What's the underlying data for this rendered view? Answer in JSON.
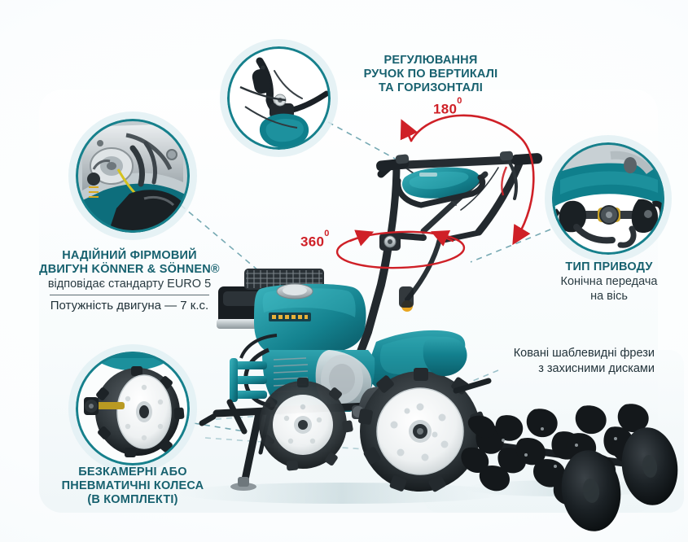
{
  "meta": {
    "brand_accent": "#16808c",
    "heading_color": "#17616f",
    "body_color": "#22333a",
    "arrow_color": "#cf2027",
    "background": "#ffffff"
  },
  "callouts": {
    "handles": {
      "line1": "РЕГУЛЮВАННЯ",
      "line2": "РУЧОК ПО ВЕРТИКАЛІ",
      "line3": "ТА ГОРИЗОНТАЛІ"
    },
    "engine": {
      "line1": "НАДІЙНИЙ ФІРМОВИЙ",
      "line2": "ДВИГУН KÖNNER & SÖHNEN®",
      "line3": "відповідає стандарту EURO 5",
      "line4": "Потужність двигуна — 7 к.с."
    },
    "drive": {
      "line1": "ТИП ПРИВОДУ",
      "line2": "Конічна передача",
      "line3": "на вісь"
    },
    "wheels": {
      "line1": "БЕЗКАМЕРНІ АБО",
      "line2": "ПНЕВМАТИЧНІ КОЛЕСА",
      "line3": "(В КОМПЛЕКТІ)"
    },
    "cutters": {
      "line1": "Ковані шаблевидні фрези",
      "line2": "з захисними дисками"
    }
  },
  "rotation": {
    "horizontal": {
      "value": "180",
      "unit": "0"
    },
    "vertical": {
      "value": "360",
      "unit": "0"
    }
  },
  "insets": [
    {
      "name": "handlebar-adjustment-photo",
      "alt": "Регулювання ручок"
    },
    {
      "name": "engine-photo",
      "alt": "Двигун KÖNNER & SÖHNEN"
    },
    {
      "name": "drive-axle-photo",
      "alt": "Конічна передача на вісь"
    },
    {
      "name": "wheel-photo",
      "alt": "Пневматичне колесо"
    }
  ],
  "product": {
    "name": "motoblock",
    "alt": "Мотоблок KÖNNER & SÖHNEN"
  },
  "accessory": {
    "name": "tiller-cutters",
    "alt": "Ковані шаблевидні фрези з захисними дисками"
  }
}
